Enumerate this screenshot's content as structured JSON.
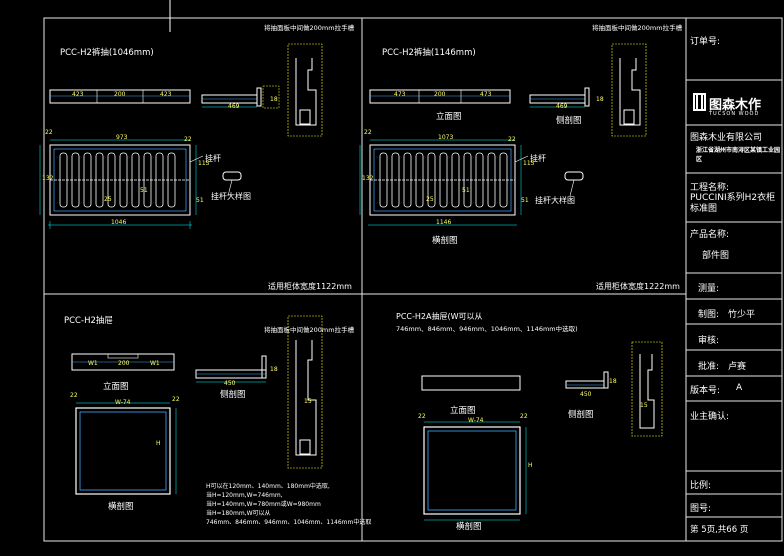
{
  "title_block": {
    "order_no_label": "订单号:",
    "logo_text": "图森木作",
    "logo_sub": "TUCSON WOOD",
    "company": "图森木业有限公司",
    "address": "浙江省湖州市南浔区某镇工业园区",
    "project_label": "工程名称:",
    "project_name": "PUCCINI系列H2衣柜标准图",
    "product_label": "产品名称:",
    "product_name": "部件图",
    "survey_label": "测量:",
    "draw_label": "制图:",
    "draw_name": "竹少平",
    "review_label": "审核:",
    "approve_label": "批准:",
    "approve_name": "卢赛",
    "version_label": "版本号:",
    "version_value": "A",
    "owner_label": "业主确认:",
    "scale_label": "比例:",
    "drawing_no_label": "图号:",
    "page_text": "第 5页,共66 页"
  },
  "panels": {
    "p1": {
      "title": "PCC-H2裤抽(1046mm)",
      "note": "将抽面板中间做200mm拉手槽",
      "label_rod": "挂杆",
      "label_rod_detail": "挂杆大样图",
      "label_elevation": "",
      "label_side": "",
      "label_section": "",
      "width_dim": "1046",
      "footer": "适用柜体宽度1122mm",
      "dims": [
        "423",
        "200",
        "423",
        "469",
        "22",
        "973",
        "51",
        "22",
        "115",
        "25",
        "132",
        "51",
        "18"
      ]
    },
    "p2": {
      "title": "PCC-H2裤抽(1146mm)",
      "note": "将抽面板中间做200mm拉手槽",
      "label_rod": "挂杆",
      "label_rod_detail": "挂杆大样图",
      "label_elevation": "立面图",
      "label_side": "侧剖图",
      "label_section": "横剖图",
      "width_dim": "1146",
      "footer": "适用柜体宽度1222mm",
      "dims": [
        "473",
        "200",
        "473",
        "469",
        "22",
        "1073",
        "51",
        "22",
        "115",
        "25",
        "132",
        "51",
        "18"
      ]
    },
    "p3": {
      "title": "PCC-H2抽屉",
      "note": "将抽面板中间做200mm拉手槽",
      "label_elevation": "立面图",
      "label_side": "侧剖图",
      "label_section": "横剖图",
      "dims": [
        "W1",
        "200",
        "W1",
        "450",
        "22",
        "W-74",
        "22",
        "H",
        "15",
        "18"
      ],
      "notes": [
        "H可以在120mm、140mm、180mm中选取,",
        "当H=120mm,W=746mm,",
        "当H=140mm,W=780mm或W=980mm",
        "当H=180mm,W可以从",
        "746mm、846mm、946mm、1046mm、1146mm中选取"
      ]
    },
    "p4": {
      "title": "PCC-H2A抽屉(W可以从",
      "title2": "746mm、846mm、946mm、1046mm、1146mm中选取)",
      "label_elevation": "立面图",
      "label_side": "侧剖图",
      "label_section": "横剖图",
      "dims": [
        "22",
        "W-74",
        "22",
        "H",
        "450",
        "15",
        "18"
      ]
    }
  }
}
